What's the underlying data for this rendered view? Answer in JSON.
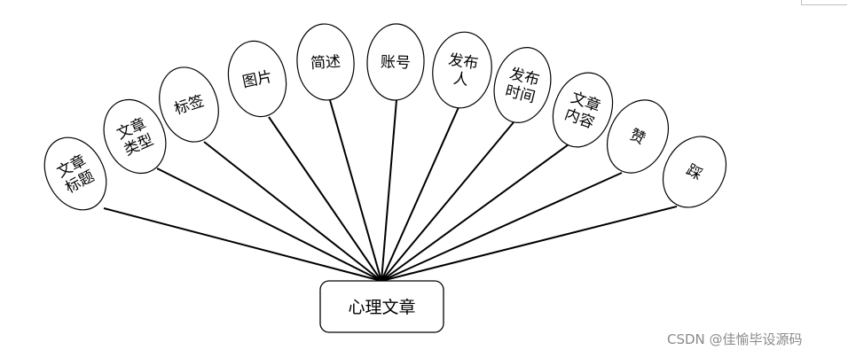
{
  "entity": {
    "label": "心理文章"
  },
  "attributes": [
    {
      "lines": [
        "文章",
        "标题"
      ]
    },
    {
      "lines": [
        "文章",
        "类型"
      ]
    },
    {
      "lines": [
        "标签"
      ]
    },
    {
      "lines": [
        "图片"
      ]
    },
    {
      "lines": [
        "简述"
      ]
    },
    {
      "lines": [
        "账号"
      ]
    },
    {
      "lines": [
        "发布",
        "人"
      ]
    },
    {
      "lines": [
        "发布",
        "时间"
      ]
    },
    {
      "lines": [
        "文章",
        "内容"
      ]
    },
    {
      "lines": [
        "赞"
      ]
    },
    {
      "lines": [
        "踩"
      ]
    }
  ],
  "watermark": "CSDN @佳愉毕设源码"
}
